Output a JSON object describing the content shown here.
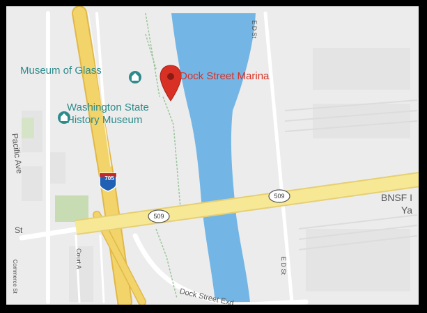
{
  "map": {
    "colors": {
      "land": "#ececec",
      "water": "#73b6e6",
      "freeway": "#f2d46a",
      "freeway_edge": "#e0b84a",
      "arterial": "#f7e896",
      "minor_road": "#ffffff",
      "park": "#c8dcb4",
      "poi_text": "#2e8b8b",
      "pin": "#d93025"
    },
    "pois": [
      {
        "label_lines": [
          "Museum of Glass"
        ],
        "icon": "museum-icon"
      },
      {
        "label_lines": [
          "Washington State",
          "History Museum"
        ],
        "icon": "museum-icon"
      }
    ],
    "marker": {
      "label": "Dock Street Marina",
      "icon": "map-pin-icon"
    },
    "streets": [
      {
        "name": "Pacific Ave"
      },
      {
        "name": "E D St"
      },
      {
        "name": "E D St"
      },
      {
        "name": "Dock Street Exd"
      },
      {
        "name": "Court A"
      },
      {
        "name": "Commerce St"
      },
      {
        "name": "St"
      }
    ],
    "shields": [
      {
        "label": "705",
        "type": "interstate"
      },
      {
        "label": "509",
        "type": "state-route"
      },
      {
        "label": "509",
        "type": "state-route"
      }
    ],
    "rail_label_lines": [
      "BNSF I",
      "Ya"
    ]
  }
}
